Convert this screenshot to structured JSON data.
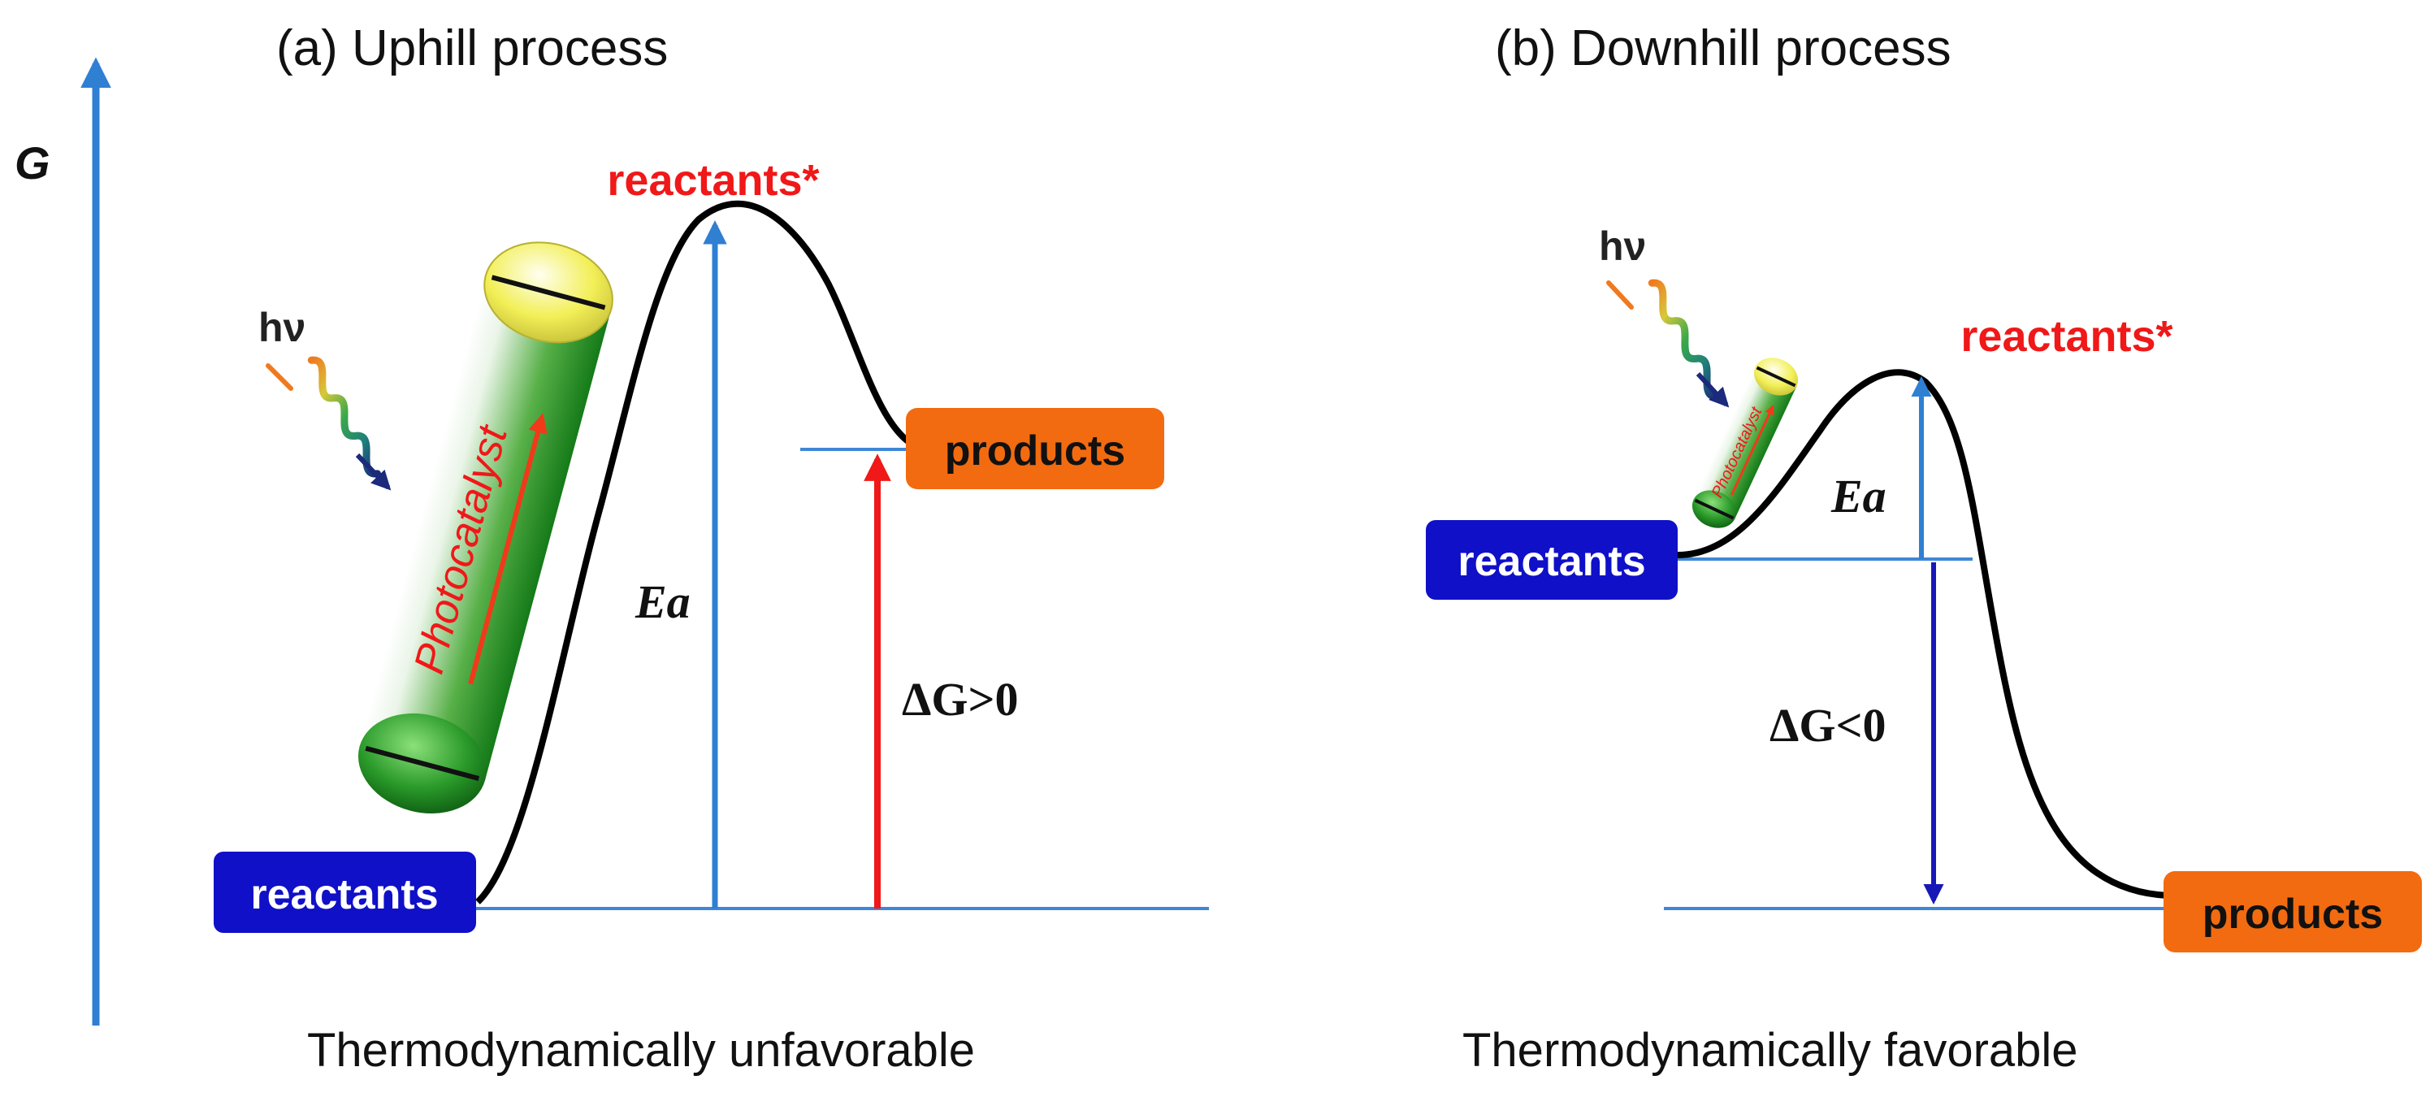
{
  "axis": {
    "label": "G"
  },
  "panel_a": {
    "heading": "(a) Uphill process",
    "caption": "Thermodynamically unfavorable",
    "reactants_label": "reactants",
    "products_label": "products",
    "excited_label": "reactants*",
    "photon_label": "hν",
    "catalyst_label": "Photocatalyst",
    "ea_label": "Ea",
    "dg_label": "ΔG>0"
  },
  "panel_b": {
    "heading": "(b) Downhill process",
    "caption": "Thermodynamically favorable",
    "reactants_label": "reactants",
    "products_label": "products",
    "excited_label": "reactants*",
    "photon_label": "hν",
    "catalyst_label": "Photocatalyst",
    "ea_label": "Ea",
    "dg_label": "ΔG<0"
  },
  "colors": {
    "level_line": "#3f87d6",
    "axis": "#2f7fd3",
    "reactants_box": "#1010c8",
    "products_box": "#f26b10",
    "excited_text": "#f01818",
    "dg_up_arrow": "#f01818",
    "dg_down_arrow": "#1818b8",
    "curve": "#000000",
    "catalyst_green": "#1b8a1f",
    "catalyst_cap": "#f2ef57"
  }
}
